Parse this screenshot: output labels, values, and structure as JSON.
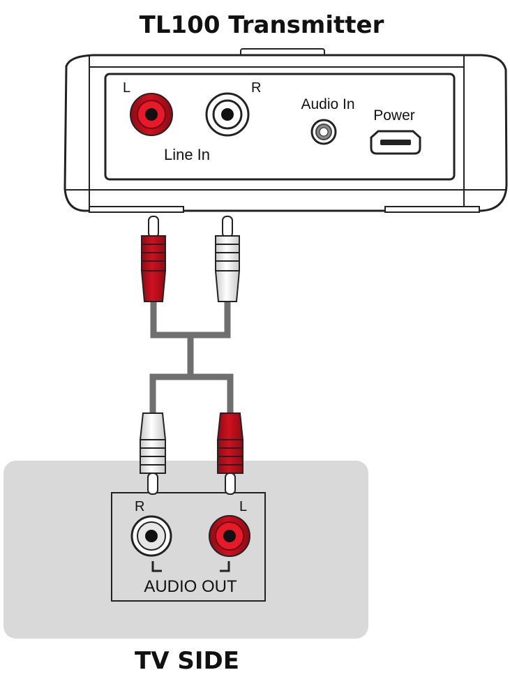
{
  "title": "TL100 Transmitter",
  "transmitter": {
    "line_in_label": "Line In",
    "left_label": "L",
    "right_label": "R",
    "audio_in_label": "Audio In",
    "power_label": "Power"
  },
  "tv": {
    "title": "TV SIDE",
    "right_label": "R",
    "left_label": "L",
    "audio_out_label": "AUDIO OUT"
  },
  "colors": {
    "red_jack": "#d0101f",
    "white_jack": "#f2f2f2",
    "cable": "#6f6f6f",
    "tv_panel": "#d9d9d9",
    "outline": "#222222"
  }
}
